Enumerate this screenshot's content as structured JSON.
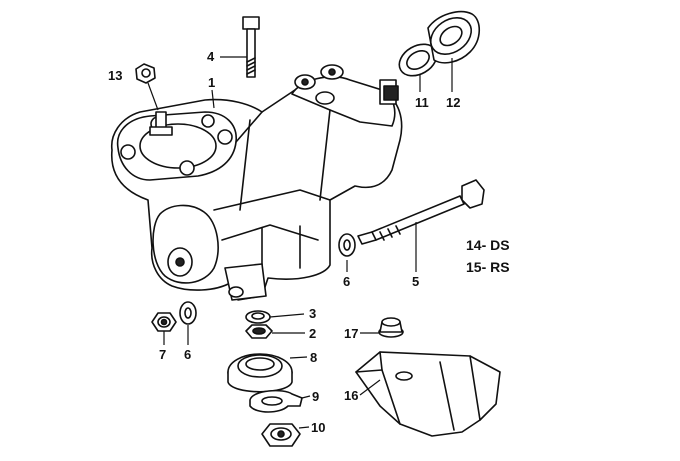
{
  "callouts": {
    "c1": "1",
    "c2": "2",
    "c3": "3",
    "c4": "4",
    "c5": "5",
    "c6a": "6",
    "c6b": "6",
    "c7": "7",
    "c8": "8",
    "c9": "9",
    "c10": "10",
    "c11": "11",
    "c12": "12",
    "c13": "13",
    "c16": "16",
    "c17": "17"
  },
  "notes": {
    "ds": "14- DS",
    "rs": "15- RS"
  }
}
